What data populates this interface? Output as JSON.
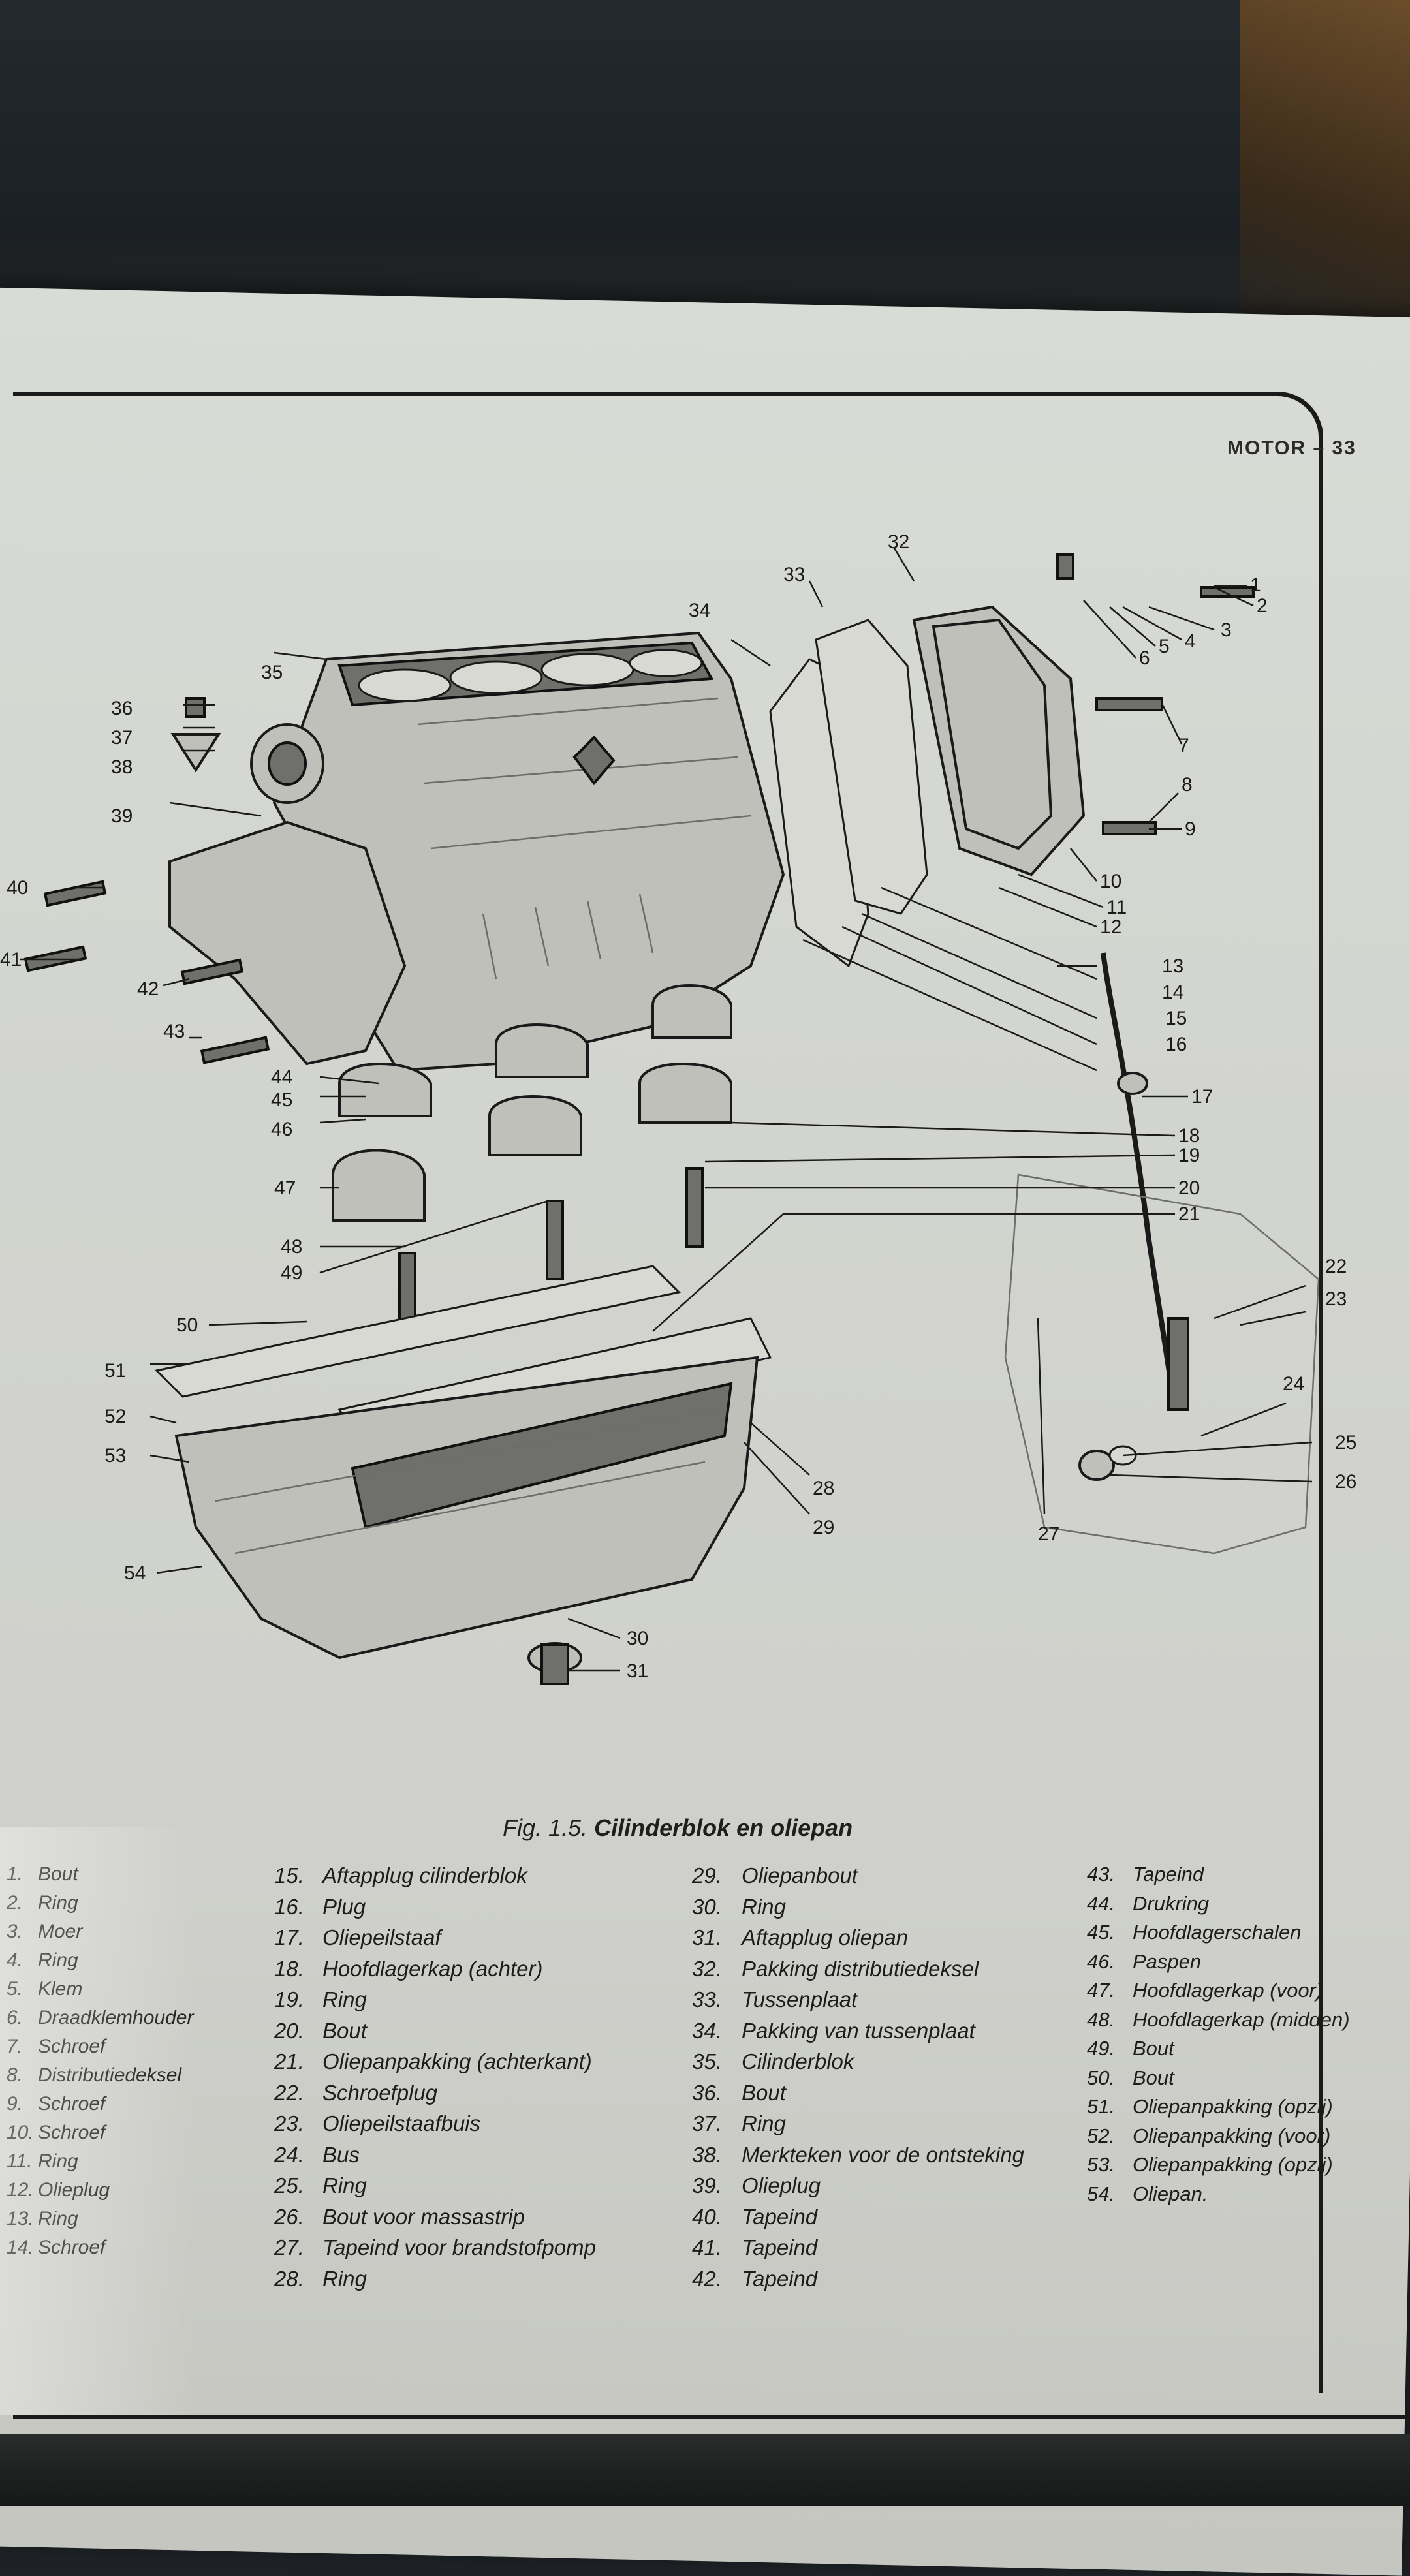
{
  "header": {
    "section": "MOTOR",
    "separator": " – ",
    "page_number": "33"
  },
  "figure": {
    "number": "Fig. 1.5.",
    "title": "Cilinderblok en oliepan",
    "callouts": [
      "1",
      "2",
      "3",
      "4",
      "5",
      "6",
      "7",
      "8",
      "9",
      "10",
      "11",
      "12",
      "13",
      "14",
      "15",
      "16",
      "17",
      "18",
      "19",
      "20",
      "21",
      "22",
      "23",
      "24",
      "25",
      "26",
      "27",
      "28",
      "29",
      "30",
      "31",
      "32",
      "33",
      "34",
      "35",
      "36",
      "37",
      "38",
      "39",
      "40",
      "41",
      "42",
      "43",
      "44",
      "45",
      "46",
      "47",
      "48",
      "49",
      "50",
      "51",
      "52",
      "53",
      "54"
    ]
  },
  "legend": {
    "columns": [
      [
        {
          "num": "1.",
          "label": "Bout"
        },
        {
          "num": "2.",
          "label": "Ring"
        },
        {
          "num": "3.",
          "label": "Moer"
        },
        {
          "num": "4.",
          "label": "Ring"
        },
        {
          "num": "5.",
          "label": "Klem"
        },
        {
          "num": "6.",
          "label": "Draadklemhouder"
        },
        {
          "num": "7.",
          "label": "Schroef"
        },
        {
          "num": "8.",
          "label": "Distributiedeksel"
        },
        {
          "num": "9.",
          "label": "Schroef"
        },
        {
          "num": "10.",
          "label": "Schroef"
        },
        {
          "num": "11.",
          "label": "Ring"
        },
        {
          "num": "12.",
          "label": "Olieplug"
        },
        {
          "num": "13.",
          "label": "Ring"
        },
        {
          "num": "14.",
          "label": "Schroef"
        }
      ],
      [
        {
          "num": "15.",
          "label": "Aftapplug cilinderblok"
        },
        {
          "num": "16.",
          "label": "Plug"
        },
        {
          "num": "17.",
          "label": "Oliepeilstaaf"
        },
        {
          "num": "18.",
          "label": "Hoofdlagerkap (achter)"
        },
        {
          "num": "19.",
          "label": "Ring"
        },
        {
          "num": "20.",
          "label": "Bout"
        },
        {
          "num": "21.",
          "label": "Oliepanpakking (achterkant)"
        },
        {
          "num": "22.",
          "label": "Schroefplug"
        },
        {
          "num": "23.",
          "label": "Oliepeilstaafbuis"
        },
        {
          "num": "24.",
          "label": "Bus"
        },
        {
          "num": "25.",
          "label": "Ring"
        },
        {
          "num": "26.",
          "label": "Bout voor massastrip"
        },
        {
          "num": "27.",
          "label": "Tapeind voor brandstofpomp"
        },
        {
          "num": "28.",
          "label": "Ring"
        }
      ],
      [
        {
          "num": "29.",
          "label": "Oliepanbout"
        },
        {
          "num": "30.",
          "label": "Ring"
        },
        {
          "num": "31.",
          "label": "Aftapplug oliepan"
        },
        {
          "num": "32.",
          "label": "Pakking distributiedeksel"
        },
        {
          "num": "33.",
          "label": "Tussenplaat"
        },
        {
          "num": "34.",
          "label": "Pakking van tussenplaat"
        },
        {
          "num": "35.",
          "label": "Cilinderblok"
        },
        {
          "num": "36.",
          "label": "Bout"
        },
        {
          "num": "37.",
          "label": "Ring"
        },
        {
          "num": "38.",
          "label": "Merkteken voor de ontsteking"
        },
        {
          "num": "39.",
          "label": "Olieplug"
        },
        {
          "num": "40.",
          "label": "Tapeind"
        },
        {
          "num": "41.",
          "label": "Tapeind"
        },
        {
          "num": "42.",
          "label": "Tapeind"
        }
      ],
      [
        {
          "num": "43.",
          "label": "Tapeind"
        },
        {
          "num": "44.",
          "label": "Drukring"
        },
        {
          "num": "45.",
          "label": "Hoofdlagerschalen"
        },
        {
          "num": "46.",
          "label": "Paspen"
        },
        {
          "num": "47.",
          "label": "Hoofdlagerkap (voor)"
        },
        {
          "num": "48.",
          "label": "Hoofdlagerkap (midden)"
        },
        {
          "num": "49.",
          "label": "Bout"
        },
        {
          "num": "50.",
          "label": "Bout"
        },
        {
          "num": "51.",
          "label": "Oliepanpakking (opzij)"
        },
        {
          "num": "52.",
          "label": "Oliepanpakking (voor)"
        },
        {
          "num": "53.",
          "label": "Oliepanpakking (opzij)"
        },
        {
          "num": "54.",
          "label": "Oliepan."
        }
      ]
    ]
  }
}
